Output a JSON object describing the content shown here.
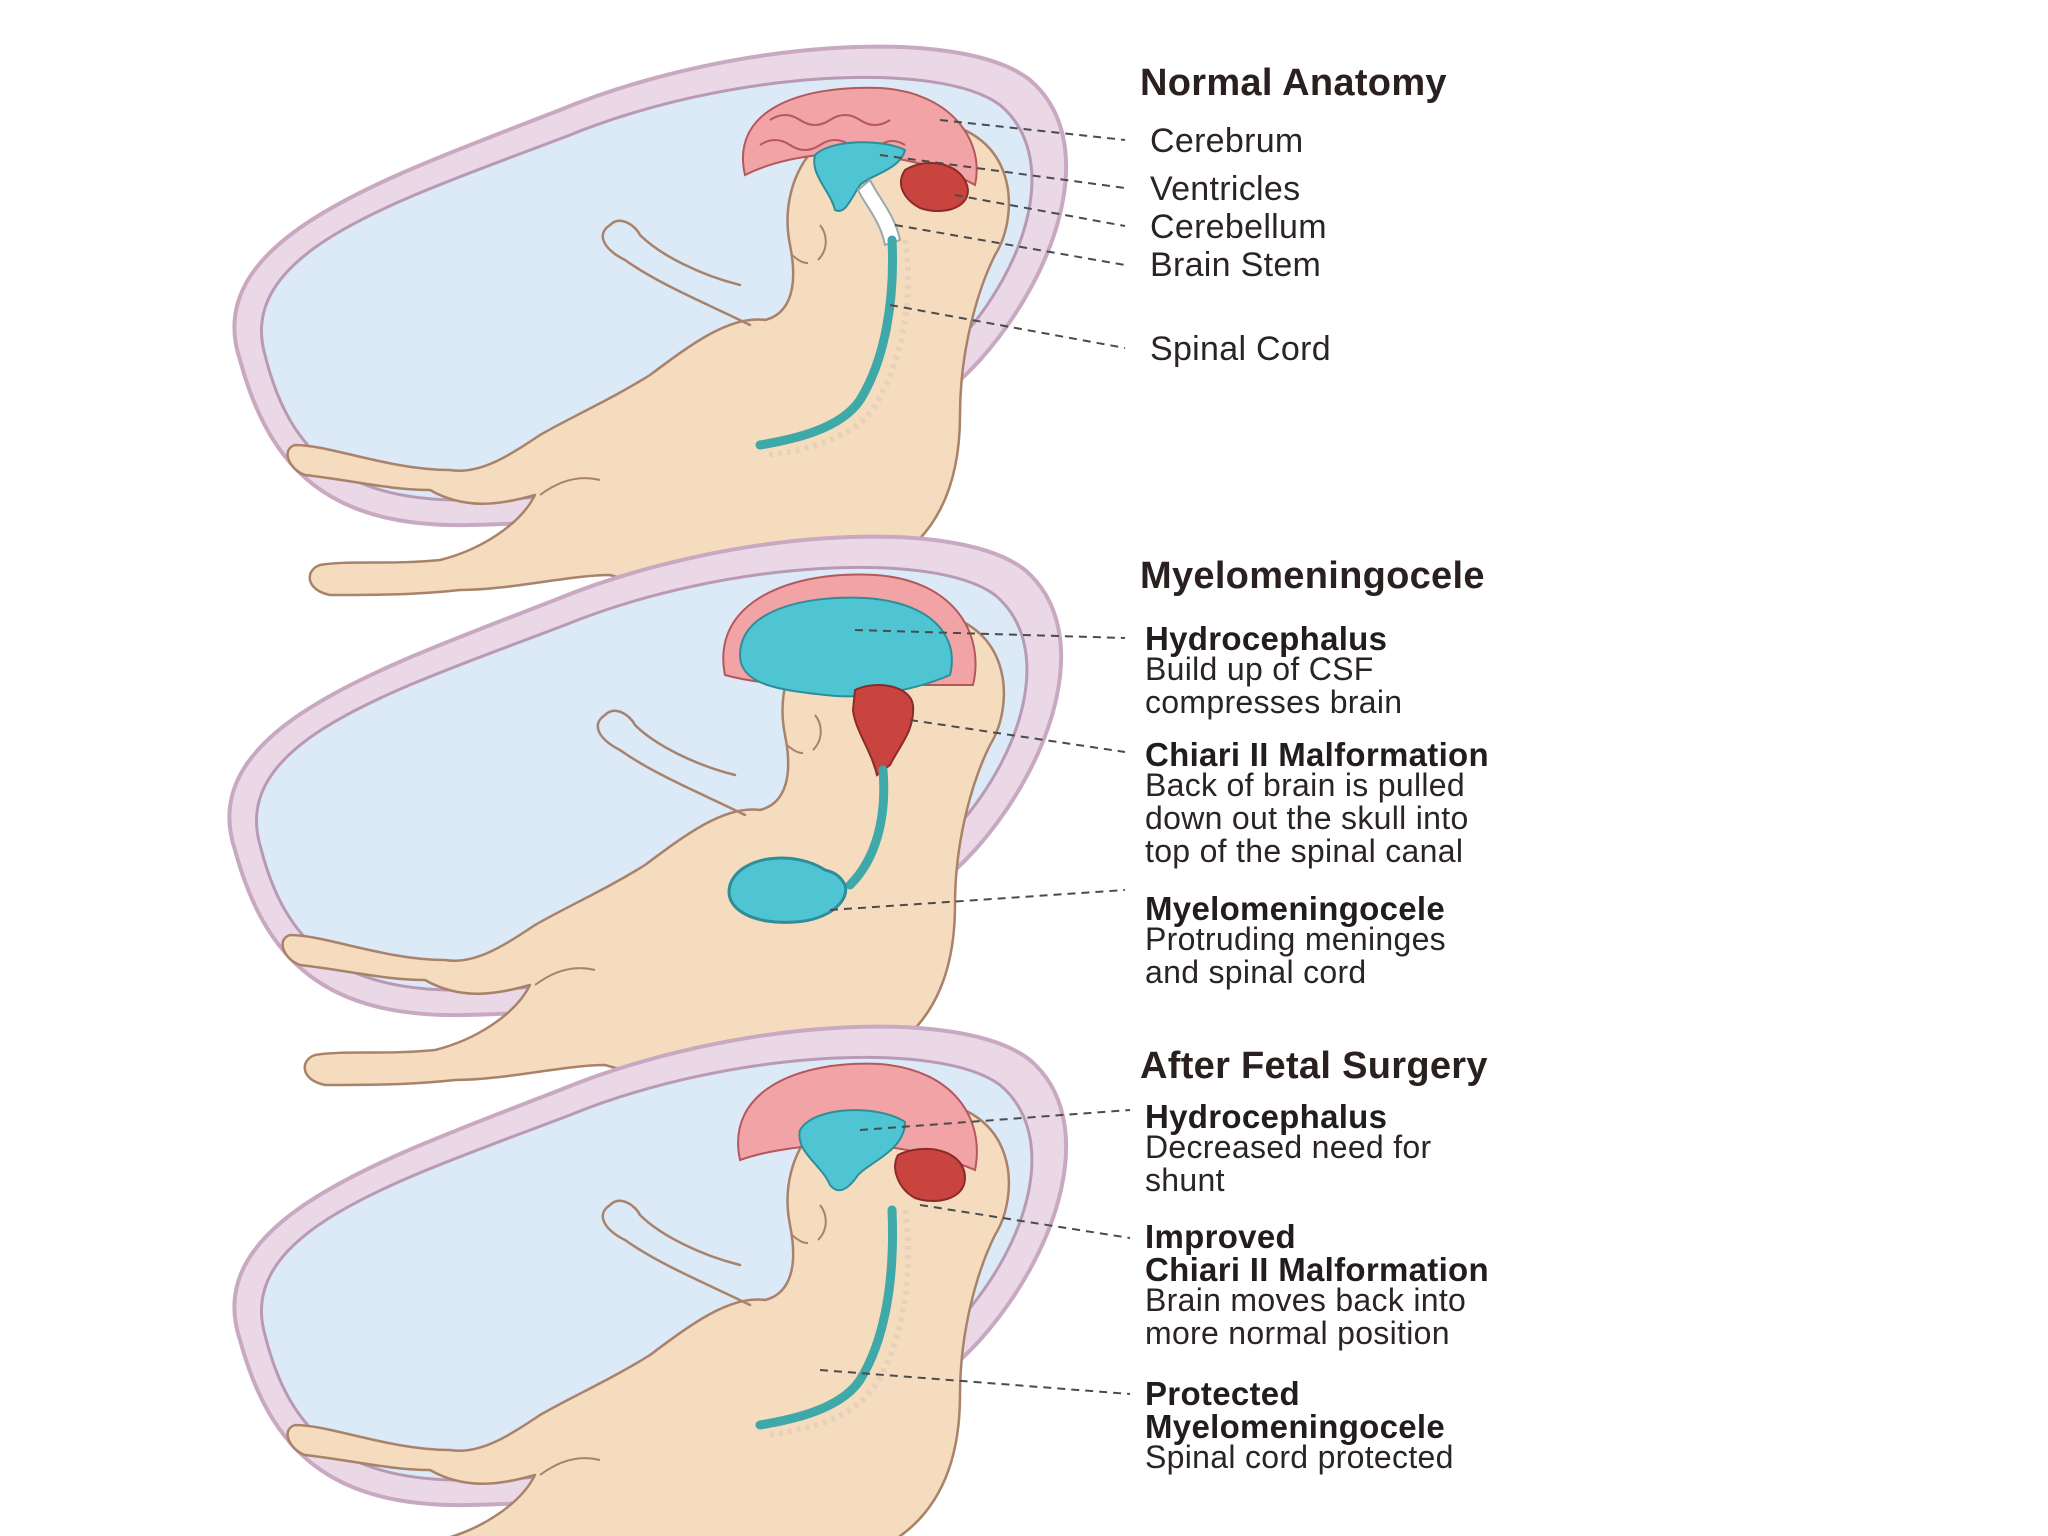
{
  "panels": [
    {
      "title": "Normal Anatomy",
      "labels": [
        "Cerebrum",
        "Ventricles",
        "Cerebellum",
        "Brain Stem",
        "Spinal Cord"
      ]
    },
    {
      "title": "Myelomeningocele",
      "items": [
        {
          "heading": "Hydrocephalus",
          "lines": [
            "Build up of CSF",
            "compresses brain"
          ]
        },
        {
          "heading": "Chiari II Malformation",
          "lines": [
            "Back of brain is pulled",
            "down out the skull into",
            "top of the spinal canal"
          ]
        },
        {
          "heading": "Myelomeningocele",
          "lines": [
            "Protruding meninges",
            "and spinal cord"
          ]
        }
      ]
    },
    {
      "title": "After Fetal Surgery",
      "items": [
        {
          "heading": "Hydrocephalus",
          "lines": [
            "Decreased need for",
            "shunt"
          ]
        },
        {
          "heading_lines": [
            "Improved",
            "Chiari II Malformation"
          ],
          "lines": [
            "Brain moves back into",
            "more normal position"
          ]
        },
        {
          "heading_lines": [
            "Protected",
            "Myelomeningocele"
          ],
          "lines": [
            "Spinal cord protected"
          ]
        }
      ]
    }
  ],
  "colors": {
    "amniotic_fluid": "#dce9f7",
    "uterus_wall": "#ead8e6",
    "uterus_outline": "#c9a9c2",
    "skin": "#f6dcbf",
    "skin_outline": "#a8826a",
    "cerebrum": "#f2a3a6",
    "cerebellum": "#c9443f",
    "csf": "#4fc5d4",
    "spinal_cord": "#3fa9a9"
  }
}
